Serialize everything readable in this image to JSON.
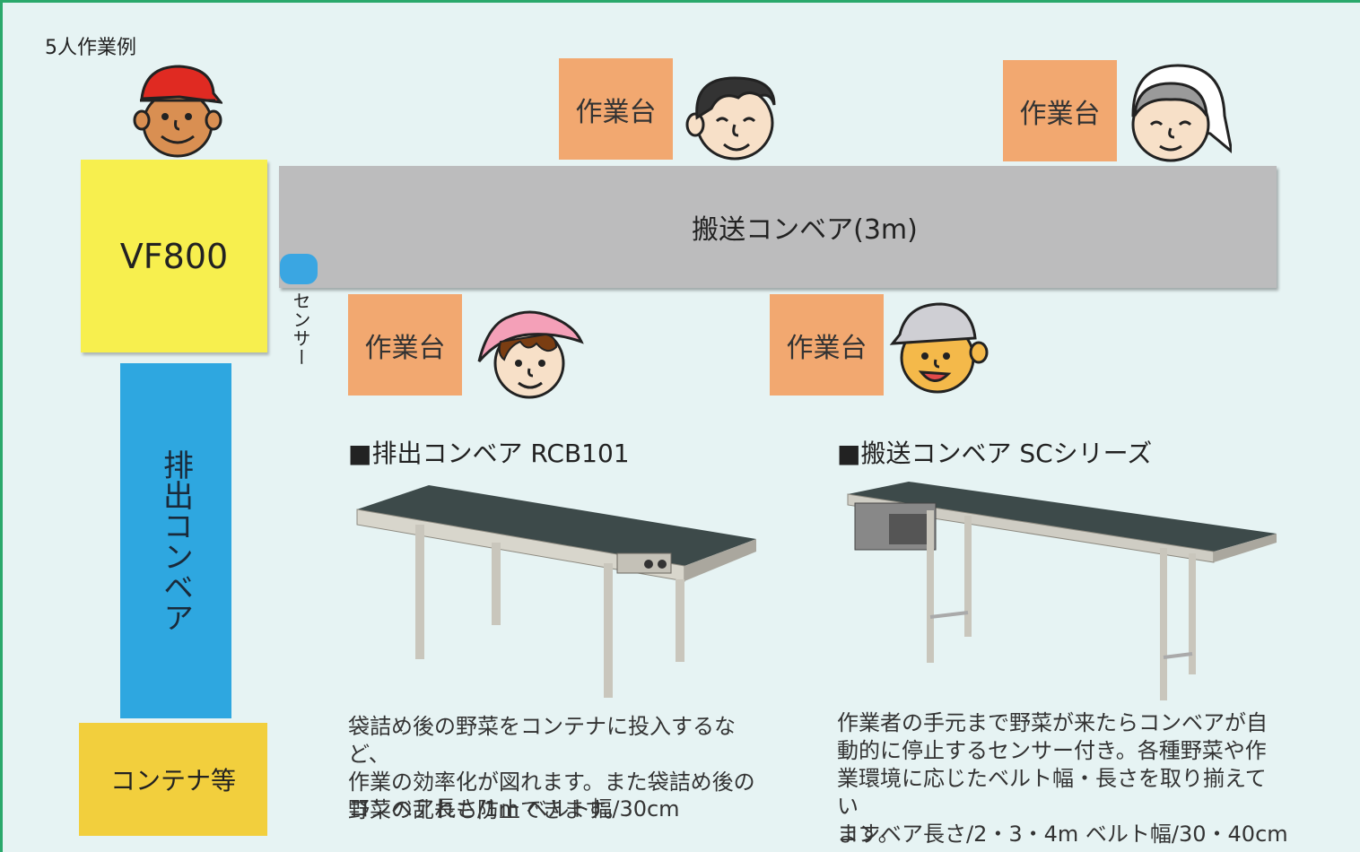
{
  "example_label": "5人作業例",
  "machine_label": "VF800",
  "conveyor_label": "搬送コンベア(3m)",
  "sensor_label": "センサー",
  "discharge_label": "排出コンベア",
  "container_label": "コンテナ等",
  "workbench_label": "作業台",
  "rcb": {
    "heading": "■排出コンベア RCB101",
    "description": "袋詰め後の野菜をコンテナに投入するなど、\n作業の効率化が図れます。また袋詰め後の\n野菜の乱れも防止できます。",
    "spec": "コンベア長さ/1m ベルト幅/30cm"
  },
  "sc": {
    "heading": "■搬送コンベア SCシリーズ",
    "description": "作業者の手元まで野菜が来たらコンベアが自\n動的に停止するセンサー付き。各種野菜や作\n業環境に応じたベルト幅・長さを取り揃えてい\nます。",
    "spec": "コンベア長さ/2・3・4m ベルト幅/30・40cm"
  },
  "colors": {
    "machine": "#f7ef4e",
    "conveyor": "#bcbcbd",
    "discharge": "#2ea7e0",
    "container": "#f2cf3d",
    "workbench": "#f2a870",
    "sensor": "#3aa6e2"
  }
}
